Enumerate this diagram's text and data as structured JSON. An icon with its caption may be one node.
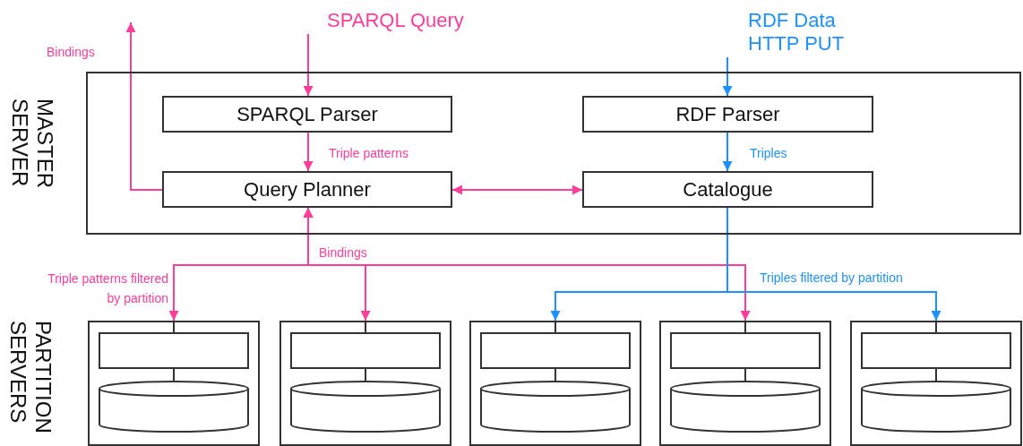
{
  "diagram": {
    "nodes": [
      {
        "text": [
          "SPARQL Query"
        ]
      },
      {
        "text": [
          "RDF Data HTTP PUT"
        ]
      },
      {
        "text": [
          "MASTER SERVER"
        ]
      },
      {
        "text": [
          "SPARQL Parser"
        ],
        "in": 2
      },
      {
        "text": [
          "RDF Parser"
        ],
        "in": 2
      },
      {
        "text": [
          "Query Planner"
        ],
        "in": 2
      },
      {
        "text": [
          "Catalogue"
        ],
        "in": 2
      },
      {
        "text": [],
        "shape": "box"
      },
      {
        "text": [],
        "shape": "box",
        "in": 7
      },
      {
        "text": [],
        "shape": "cylinder",
        "in": 7
      },
      {
        "text": [],
        "shape": "box"
      },
      {
        "text": [],
        "shape": "box",
        "in": 10
      },
      {
        "text": [],
        "shape": "cylinder",
        "in": 10
      },
      {
        "text": [],
        "shape": "box"
      },
      {
        "text": [],
        "shape": "box",
        "in": 13
      },
      {
        "text": [],
        "shape": "cylinder",
        "in": 13
      },
      {
        "text": [],
        "shape": "box"
      },
      {
        "text": [],
        "shape": "box",
        "in": 16
      },
      {
        "text": [],
        "shape": "cylinder",
        "in": 16
      },
      {
        "text": [],
        "shape": "box"
      },
      {
        "text": [],
        "shape": "box",
        "in": 19
      },
      {
        "text": [],
        "shape": "cylinder",
        "in": 19
      }
    ],
    "edges": [
      {
        "from": 0,
        "to": 3,
        "arrow": "to",
        "color": "#ff3d9a"
      },
      {
        "from": 1,
        "to": 4,
        "arrow": "to",
        "color": "#1e90ff"
      },
      {
        "from": 3,
        "to": 5,
        "arrow": "to",
        "label": "Triple patterns",
        "color": "#ff3d9a"
      },
      {
        "from": 4,
        "to": 6,
        "arrow": "to",
        "label": "Triples",
        "color": "#1e90ff"
      },
      {
        "from": 5,
        "to": 6,
        "arrow": "both",
        "color": "#ff3d9a"
      },
      {
        "from": 5,
        "to": null,
        "arrow": "to",
        "label": "Bindings",
        "color": "#ff3d9a"
      },
      {
        "from": 5,
        "to": 7,
        "arrow": "both",
        "label": "Triple patterns filtered by partition",
        "color": "#ff3d9a"
      },
      {
        "from": 5,
        "to": 10,
        "arrow": "both",
        "label": "Bindings",
        "color": "#ff3d9a"
      },
      {
        "from": 5,
        "to": 16,
        "arrow": "both",
        "color": "#ff3d9a"
      },
      {
        "from": 6,
        "to": 13,
        "arrow": "to",
        "color": "#1e90ff"
      },
      {
        "from": 6,
        "to": 19,
        "arrow": "to",
        "label": "Triples filtered by partition",
        "color": "#1e90ff"
      },
      {
        "from": 7,
        "to": 8,
        "arrow": "none"
      },
      {
        "from": 8,
        "to": 9,
        "arrow": "none"
      },
      {
        "from": 10,
        "to": 11,
        "arrow": "none"
      },
      {
        "from": 11,
        "to": 12,
        "arrow": "none"
      },
      {
        "from": 13,
        "to": 14,
        "arrow": "none"
      },
      {
        "from": 14,
        "to": 15,
        "arrow": "none"
      },
      {
        "from": 16,
        "to": 17,
        "arrow": "none"
      },
      {
        "from": 17,
        "to": 18,
        "arrow": "none"
      },
      {
        "from": 19,
        "to": 20,
        "arrow": "none"
      },
      {
        "from": 20,
        "to": 21,
        "arrow": "none"
      }
    ],
    "labels": [
      "PARTITION SERVERS"
    ]
  }
}
